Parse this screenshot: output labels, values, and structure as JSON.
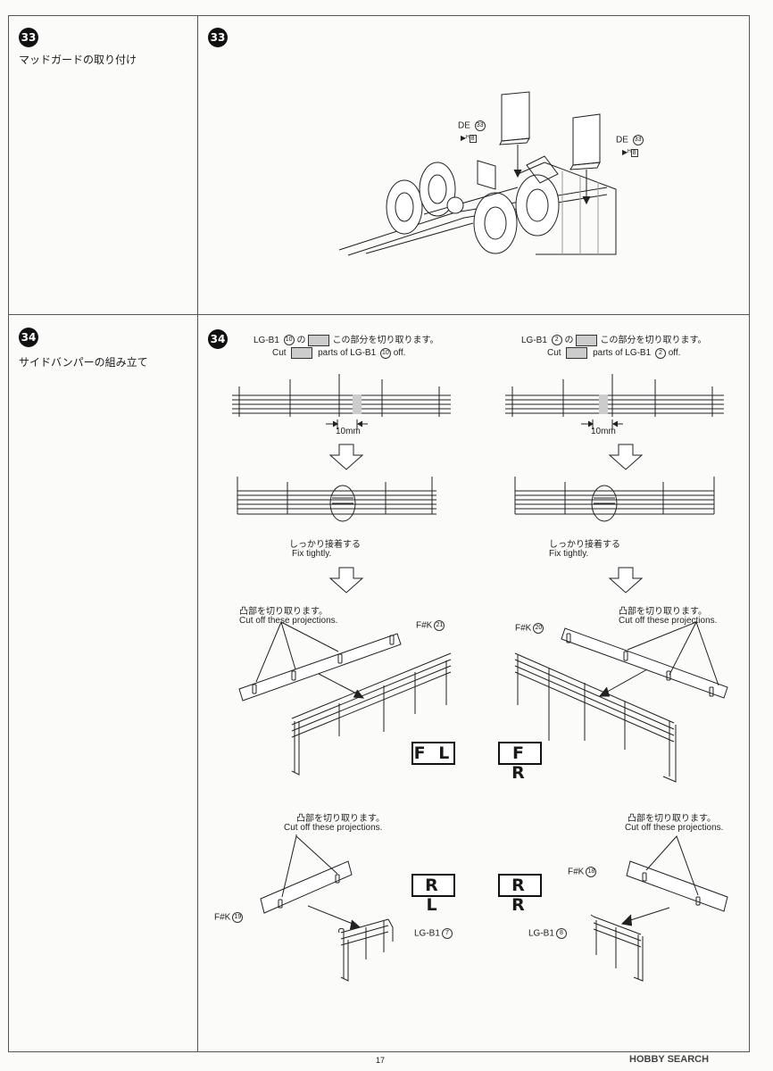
{
  "step33": {
    "number": "33",
    "title": "マッドガードの取り付け",
    "label_left": {
      "part": "DE",
      "num": "33",
      "sub": "8"
    },
    "label_right": {
      "part": "DE",
      "num": "33",
      "sub": "8"
    }
  },
  "step34": {
    "number": "34",
    "title": "サイドバンパーの組み立て",
    "left": {
      "jp_cut": {
        "pre": "LG-B1",
        "num": "10",
        "post": "の",
        "post2": "この部分を切り取ります。"
      },
      "en_cut": {
        "pre": "Cut",
        "mid": "parts of  LG-B1",
        "num": "10",
        "post": "off."
      },
      "dim": "10mm",
      "fix_jp": "しっかり接着する",
      "fix_en": "Fix tightly.",
      "proj_jp": "凸部を切り取ります。",
      "proj_en": "Cut off these projections.",
      "part_label": {
        "text": "F#K",
        "num": "21"
      },
      "badge": "F L"
    },
    "right": {
      "jp_cut": {
        "pre": "LG-B1",
        "num": "2",
        "post": "の",
        "post2": "この部分を切り取ります。"
      },
      "en_cut": {
        "pre": "Cut",
        "mid": "parts of  LG-B1",
        "num": "2",
        "post": "off."
      },
      "dim": "10mm",
      "fix_jp": "しっかり接着する",
      "fix_en": "Fix tightly.",
      "proj_jp": "凸部を切り取ります。",
      "proj_en": "Cut off these projections.",
      "part_label": {
        "text": "F#K",
        "num": "20"
      },
      "badge": "F R"
    },
    "rear_left": {
      "proj_jp": "凸部を切り取ります。",
      "proj_en": "Cut off these projections.",
      "part_label": {
        "text": "F#K",
        "num": "19"
      },
      "bumper_label": {
        "text": "LG-B1",
        "num": "7"
      },
      "badge": "R L"
    },
    "rear_right": {
      "proj_jp": "凸部を切り取ります。",
      "proj_en": "Cut off these projections.",
      "part_label": {
        "text": "F#K",
        "num": "18"
      },
      "bumper_label": {
        "text": "LG-B1",
        "num": "8"
      },
      "badge": "R R"
    }
  },
  "footer": {
    "page_number": "17",
    "watermark": "HOBBY SEARCH"
  }
}
